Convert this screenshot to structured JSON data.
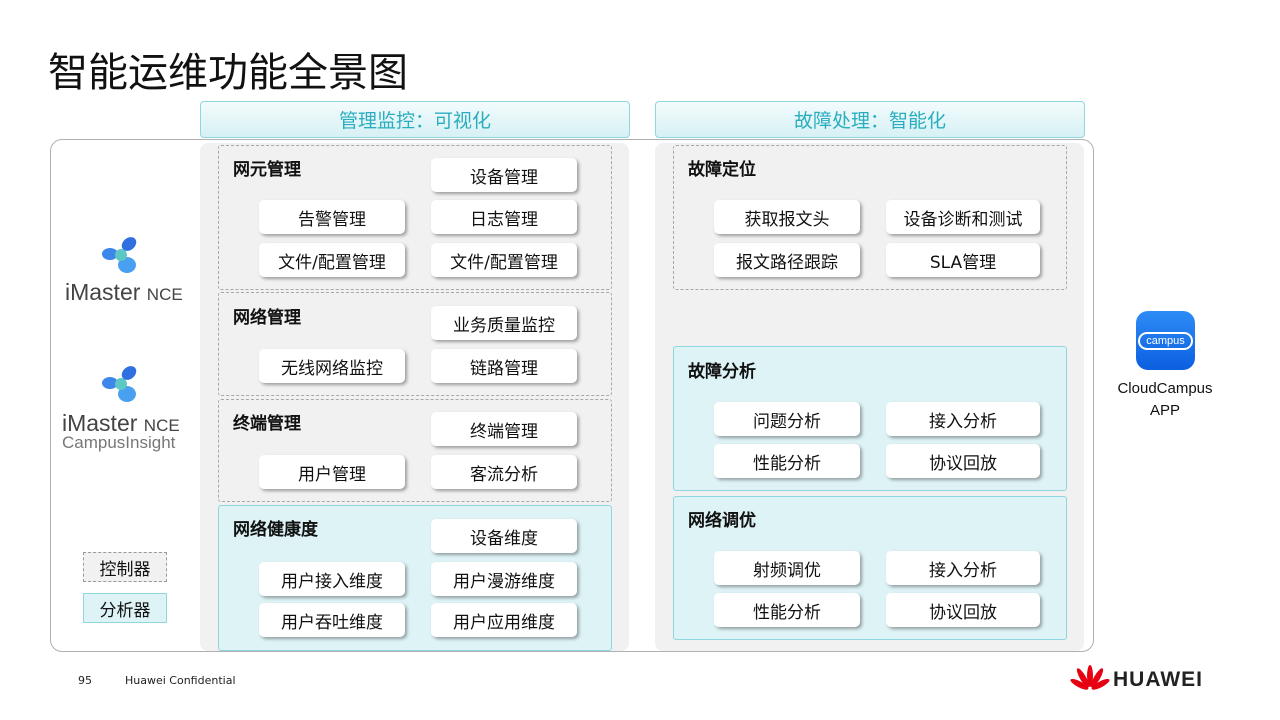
{
  "title": "智能运维功能全景图",
  "headers": {
    "left": "管理监控：可视化",
    "right": "故障处理：智能化"
  },
  "left_sections": [
    {
      "title": "网元管理",
      "buttons": [
        "设备管理",
        "告警管理",
        "日志管理",
        "文件/配置管理",
        "文件/配置管理"
      ]
    },
    {
      "title": "网络管理",
      "buttons": [
        "业务质量监控",
        "无线网络监控",
        "链路管理"
      ]
    },
    {
      "title": "终端管理",
      "buttons": [
        "终端管理",
        "用户管理",
        "客流分析"
      ]
    },
    {
      "title": "网络健康度",
      "buttons": [
        "设备维度",
        "用户接入维度",
        "用户漫游维度",
        "用户吞吐维度",
        "用户应用维度"
      ]
    }
  ],
  "right_sections": [
    {
      "title": "故障定位",
      "buttons": [
        "获取报文头",
        "设备诊断和测试",
        "报文路径跟踪",
        "SLA管理"
      ]
    },
    {
      "title": "故障分析",
      "buttons": [
        "问题分析",
        "接入分析",
        "性能分析",
        "协议回放"
      ]
    },
    {
      "title": "网络调优",
      "buttons": [
        "射频调优",
        "接入分析",
        "性能分析",
        "协议回放"
      ]
    }
  ],
  "logos": {
    "nce1_main": "iMaster",
    "nce1_sub": "NCE",
    "nce2_main": "iMaster",
    "nce2_sub": "NCE",
    "nce2_line2": "CampusInsight",
    "app_icon_text": "campus",
    "app_line1": "CloudCampus",
    "app_line2": "APP"
  },
  "legend": {
    "controller": "控制器",
    "analyzer": "分析器"
  },
  "footer": {
    "page": "95",
    "confidential": "Huawei Confidential",
    "brand": "HUAWEI"
  },
  "colors": {
    "accent": "#2aaebf",
    "cyan_bg": "#def3f6",
    "brand_red": "#e60012"
  }
}
